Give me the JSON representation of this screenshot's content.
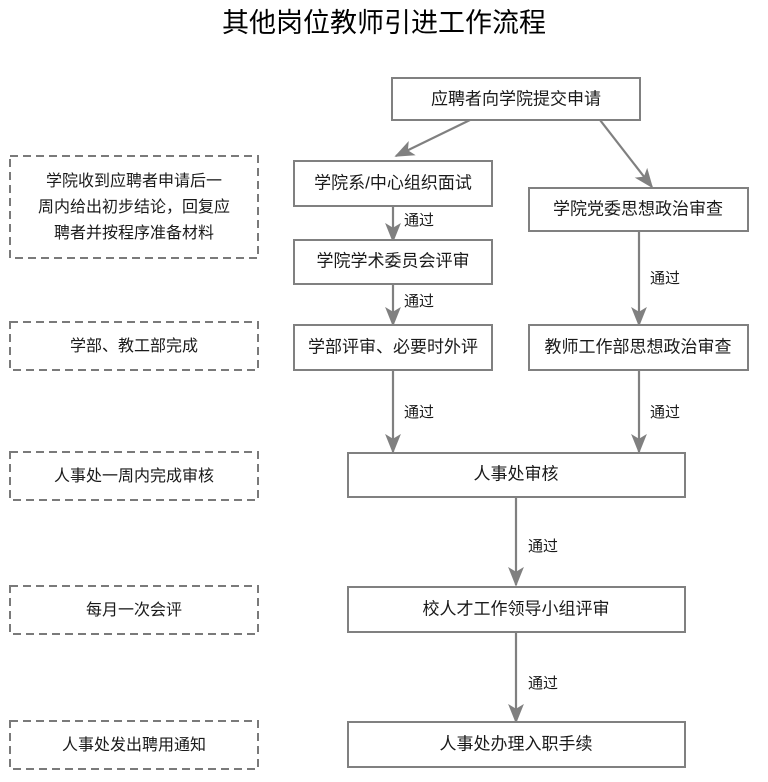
{
  "title": "其他岗位教师引进工作流程",
  "nodes": {
    "start": "应聘者向学院提交申请",
    "interview": "学院系/中心组织面试",
    "academic_committee": "学院学术委员会评审",
    "faculty_review": "学部评审、必要时外评",
    "hr_review": "人事处审核",
    "talent_group": "校人才工作领导小组评审",
    "onboarding": "人事处办理入职手续",
    "party_check": "学院党委思想政治审查",
    "teacher_dept_check": "教师工作部思想政治审查"
  },
  "notes": {
    "note1": "学院收到应聘者申请后一周内给出初步结论，回复应聘者并按程序准备材料",
    "note1_lines": [
      "学院收到应聘者申请后一",
      "周内给出初步结论，回复应",
      "聘者并按程序准备材料"
    ],
    "note2": "学部、教工部完成",
    "note3": "人事处一周内完成审核",
    "note4": "每月一次会评",
    "note5": "人事处发出聘用通知"
  },
  "edges": {
    "pass": "通过",
    "labels": {
      "e_interview_academic": "通过",
      "e_academic_faculty": "通过",
      "e_party_teacherdept": "通过",
      "e_faculty_hr": "通过",
      "e_teacherdept_hr": "通过",
      "e_hr_talent": "通过",
      "e_talent_onboarding": "通过"
    }
  },
  "colors": {
    "box_border": "#808080",
    "note_border": "#7a7a7a",
    "arrow": "#808080",
    "text": "#1a1a1a",
    "background": "#ffffff"
  }
}
